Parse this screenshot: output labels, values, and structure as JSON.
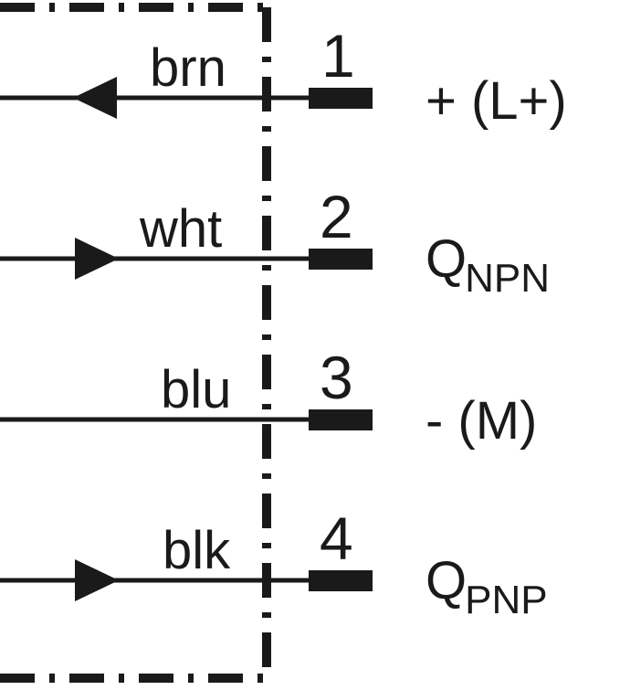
{
  "colors": {
    "ink": "#1a1a1a",
    "background": "#ffffff"
  },
  "pins": [
    {
      "number": "1",
      "wire": "brn",
      "direction": "out",
      "function": "+ (L+)",
      "function_sub": ""
    },
    {
      "number": "2",
      "wire": "wht",
      "direction": "in",
      "function": "Q",
      "function_sub": "NPN"
    },
    {
      "number": "3",
      "wire": "blu",
      "direction": "none",
      "function": "- (M)",
      "function_sub": ""
    },
    {
      "number": "4",
      "wire": "blk",
      "direction": "in",
      "function": "Q",
      "function_sub": "PNP"
    }
  ]
}
